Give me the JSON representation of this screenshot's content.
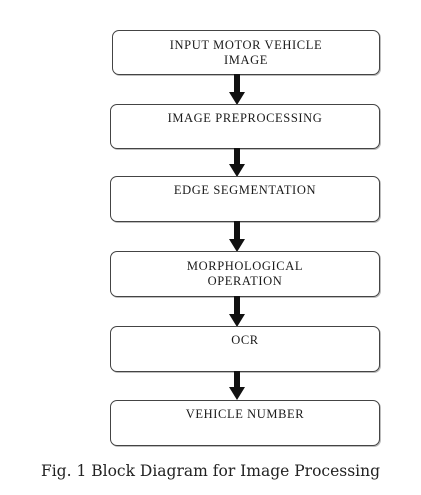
{
  "diagram": {
    "nodes": [
      {
        "id": "input",
        "lines": [
          "INPUT MOTOR VEHICLE",
          "IMAGE"
        ]
      },
      {
        "id": "preprocessing",
        "lines": [
          "IMAGE PREPROCESSING"
        ]
      },
      {
        "id": "edge",
        "lines": [
          "EDGE SEGMENTATION"
        ]
      },
      {
        "id": "morph",
        "lines": [
          "MORPHOLOGICAL",
          "OPERATION"
        ]
      },
      {
        "id": "ocr",
        "lines": [
          "OCR"
        ]
      },
      {
        "id": "number",
        "lines": [
          "VEHICLE NUMBER"
        ]
      }
    ],
    "edges": [
      {
        "from": "input",
        "to": "preprocessing"
      },
      {
        "from": "preprocessing",
        "to": "edge"
      },
      {
        "from": "edge",
        "to": "morph"
      },
      {
        "from": "morph",
        "to": "ocr"
      },
      {
        "from": "ocr",
        "to": "number"
      }
    ],
    "caption": "Fig. 1 Block Diagram for Image Processing"
  }
}
